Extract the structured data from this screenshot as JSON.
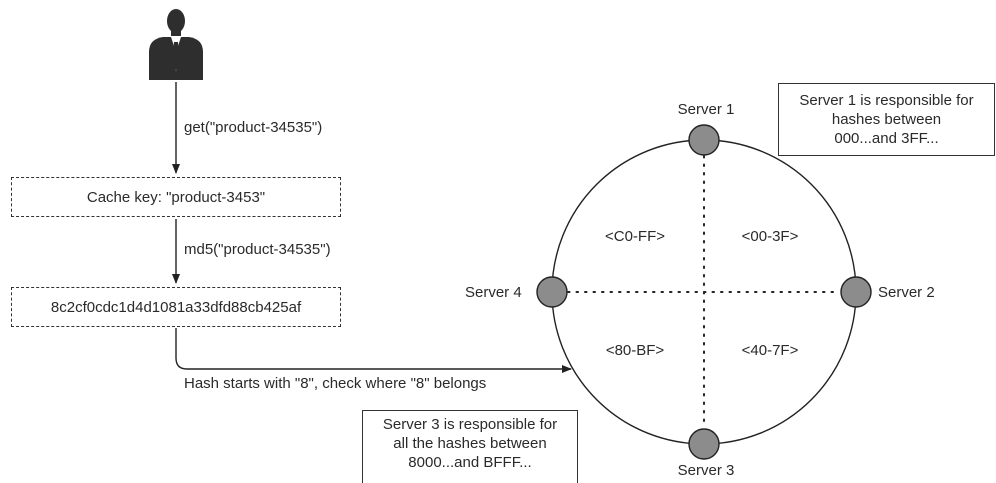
{
  "user": {
    "icon": "person-icon"
  },
  "flow": {
    "get_call": "get(\"product-34535\")",
    "cache_key": "Cache key: \"product-3453\"",
    "md5_call": "md5(\"product-34535\")",
    "hash_value": "8c2cf0cdc1d4d1081a33dfd88cb425af",
    "hash_note": "Hash starts with \"8\", check where \"8\" belongs"
  },
  "ring": {
    "servers": [
      {
        "label": "Server 1"
      },
      {
        "label": "Server 2"
      },
      {
        "label": "Server 3"
      },
      {
        "label": "Server 4"
      }
    ],
    "ranges": {
      "top_left": "<C0-FF>",
      "top_right": "<00-3F>",
      "bottom_left": "<80-BF>",
      "bottom_right": "<40-7F>"
    }
  },
  "notes": {
    "server1": [
      "Server 1 is responsible for",
      "hashes between",
      "000...and 3FF..."
    ],
    "server3": [
      "Server 3 is responsible for",
      "all the hashes between",
      "8000...and BFFF..."
    ]
  },
  "colors": {
    "line": "#222222",
    "node_fill": "#8c8c8c",
    "person": "#2e2e2e"
  }
}
